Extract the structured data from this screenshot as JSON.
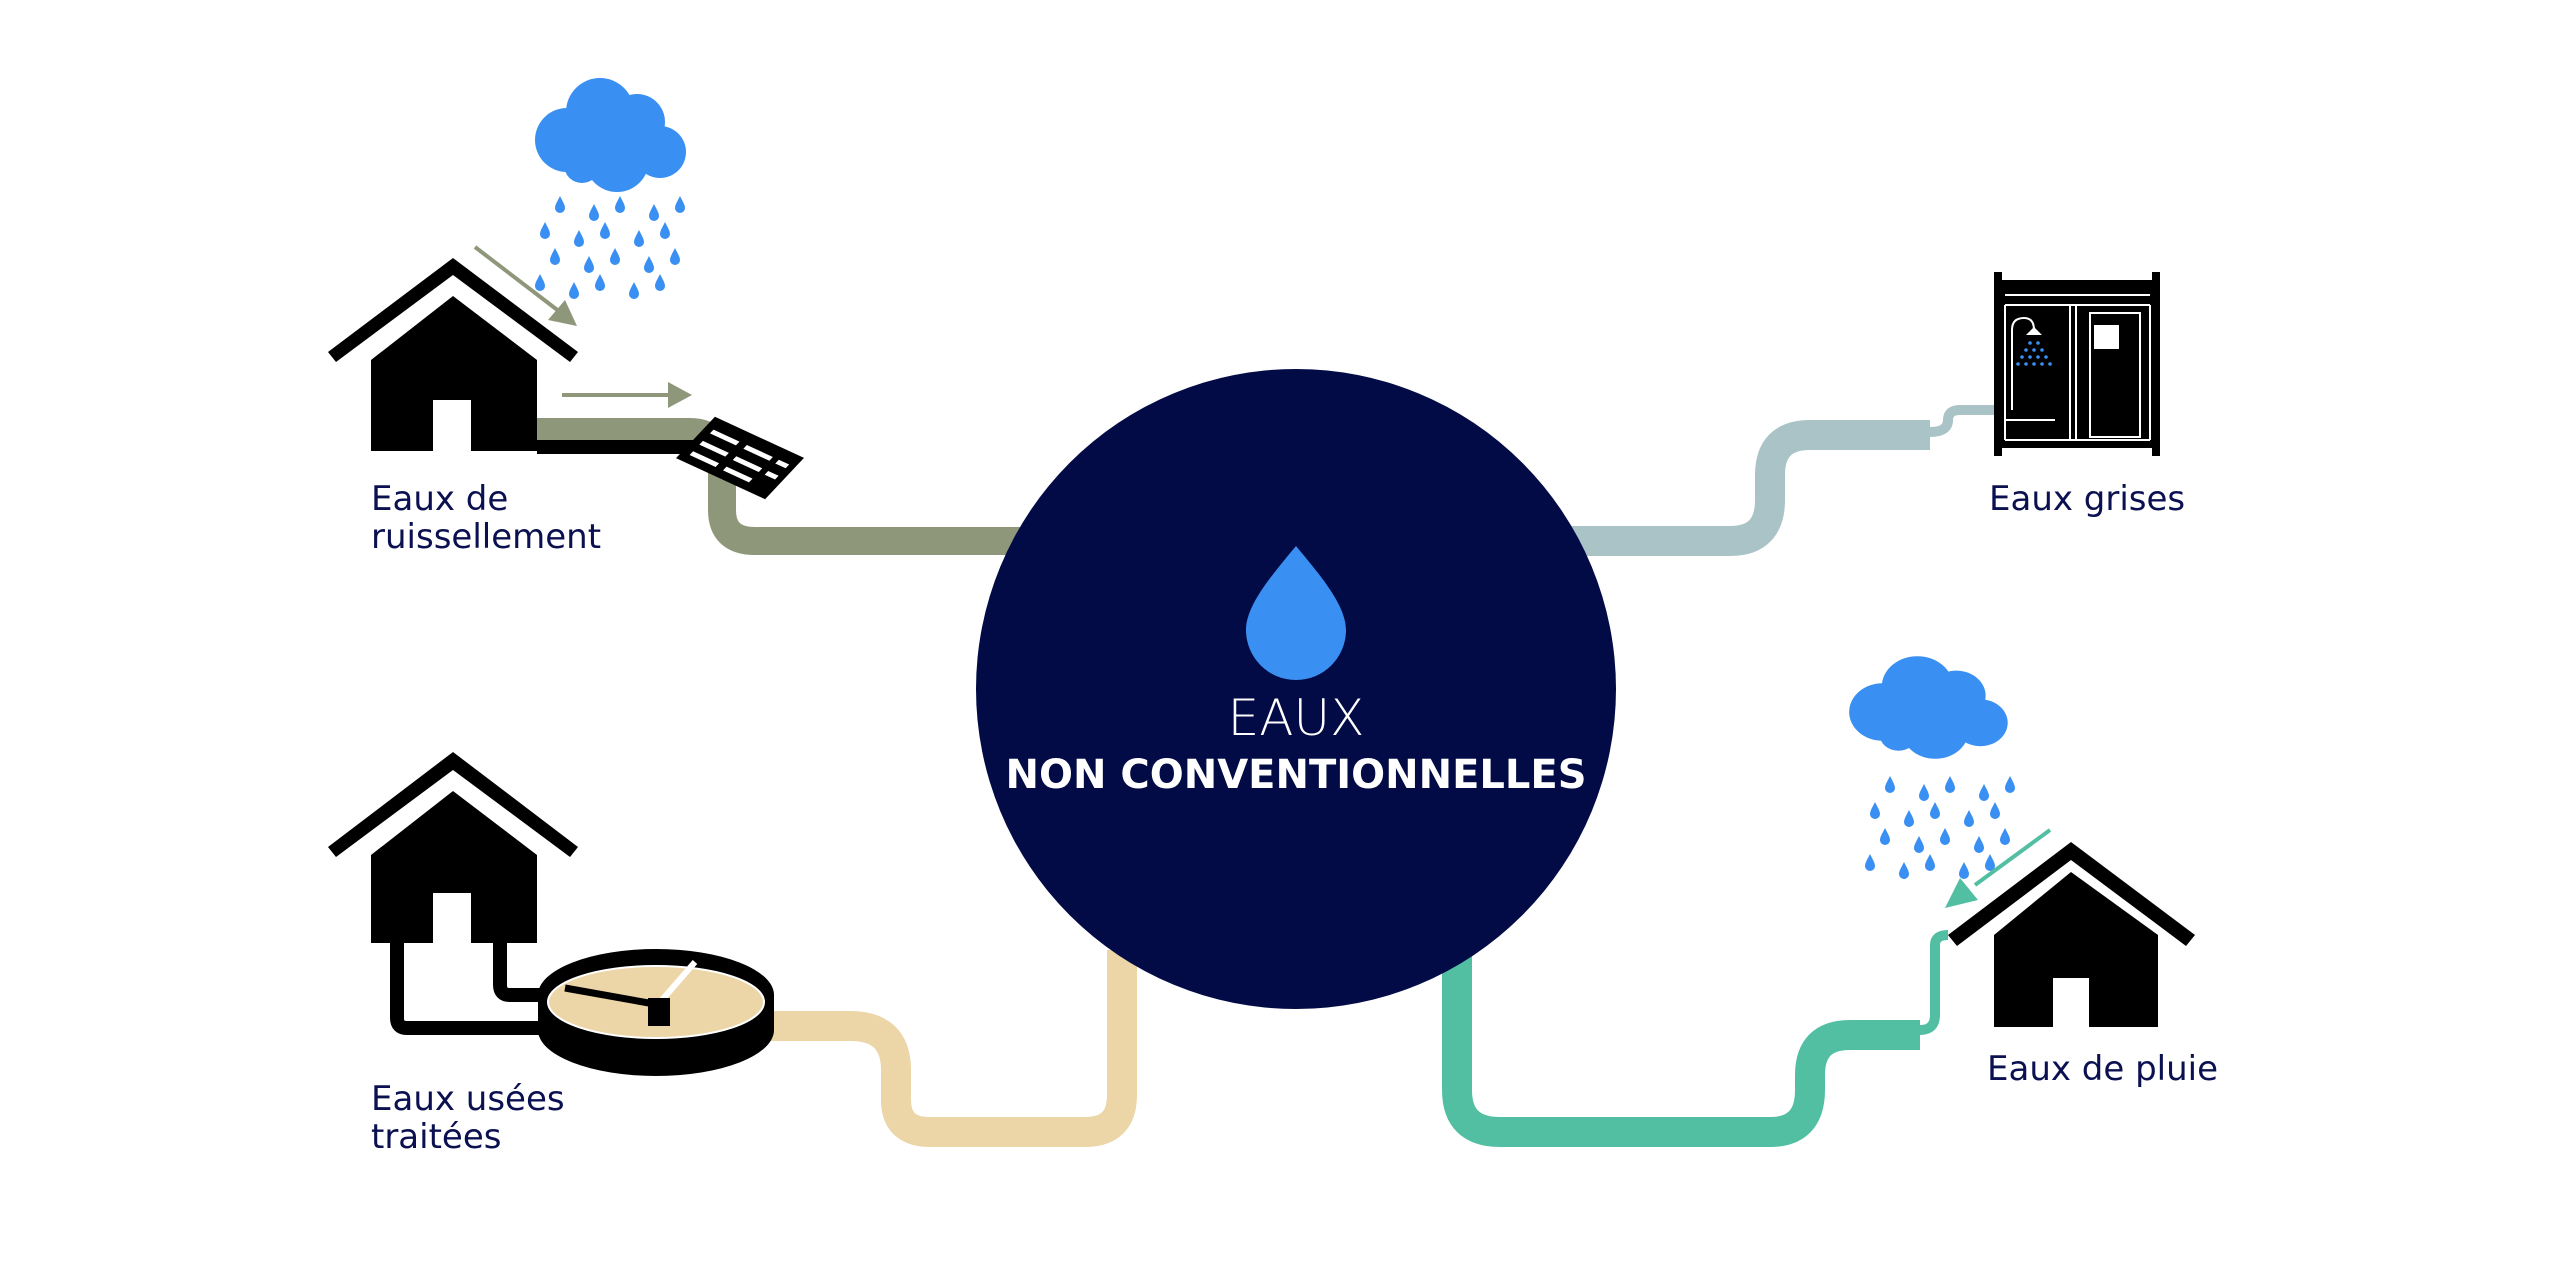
{
  "center": {
    "title_line1": "EAUX",
    "title_line2": "NON CONVENTIONNELLES",
    "icon": "water-drop-icon"
  },
  "sources": [
    {
      "label_line1": "Eaux de",
      "label_line2": "ruissellement",
      "icon": "house-rain-grate-icon",
      "pipe_color": "#8f977a"
    },
    {
      "label_line1": "Eaux grises",
      "icon": "shower-container-icon",
      "pipe_color": "#a9c3c7"
    },
    {
      "label_line1": "Eaux usées",
      "label_line2": "traitées",
      "icon": "house-septic-tank-icon",
      "pipe_color": "#ecd5a6"
    },
    {
      "label_line1": "Eaux de pluie",
      "icon": "house-rain-icon",
      "pipe_color": "#52bfa2"
    }
  ],
  "colors": {
    "circle": "#020b45",
    "rain": "#3a8ff2",
    "text": "#0b1150"
  }
}
